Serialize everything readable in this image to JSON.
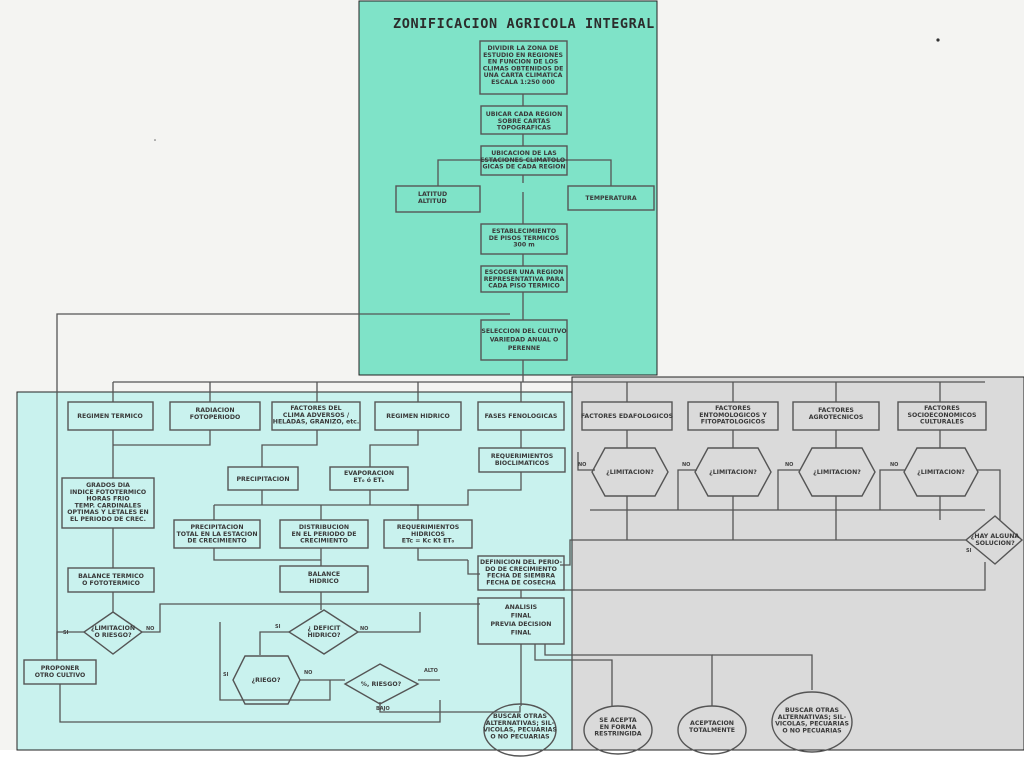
{
  "title": "ZONIFICACION AGRICOLA INTEGRAL",
  "colors": {
    "background": "#f4f4f2",
    "highlight_top": "#7fe3c8",
    "highlight_left": "#c9f2ee",
    "highlight_right": "#d9d9d9",
    "ink": "#555555"
  },
  "nodes": [
    {
      "id": "dividir",
      "lines": [
        "DIVIDIR LA ZONA DE",
        "ESTUDIO EN REGIONES",
        "EN FUNCION DE LOS",
        "CLIMAS OBTENIDOS DE",
        "UNA CARTA CLIMATICA",
        "ESCALA 1:250 000"
      ]
    },
    {
      "id": "ubicar",
      "lines": [
        "UBICAR CADA REGION",
        "SOBRE CARTAS",
        "TOPOGRAFICAS"
      ]
    },
    {
      "id": "estaciones",
      "lines": [
        "UBICACION DE LAS",
        "ESTACIONES CLIMATOLO-",
        "GICAS DE CADA REGION"
      ]
    },
    {
      "id": "latitud",
      "lines": [
        "LATITUD",
        "ALTITUD"
      ]
    },
    {
      "id": "temperatura",
      "lines": [
        "TEMPERATURA"
      ]
    },
    {
      "id": "pisos",
      "lines": [
        "ESTABLECIMIENTO",
        "DE PISOS TERMICOS",
        "300 m"
      ]
    },
    {
      "id": "escoger",
      "lines": [
        "ESCOGER UNA REGION",
        "REPRESENTATIVA PARA",
        "CADA PISO TERMICO"
      ]
    },
    {
      "id": "seleccion",
      "lines": [
        "SELECCION DEL CULTIVO",
        "VARIEDAD ANUAL O",
        "PERENNE"
      ]
    },
    {
      "id": "regimen_termico",
      "lines": [
        "REGIMEN TERMICO"
      ]
    },
    {
      "id": "radiacion",
      "lines": [
        "RADIACION",
        "FOTOPERIODO"
      ]
    },
    {
      "id": "factores_clima",
      "lines": [
        "FACTORES DEL",
        "CLIMA ADVERSOS /",
        "HELADAS, GRANIZO, etc."
      ]
    },
    {
      "id": "regimen_hidrico",
      "lines": [
        "REGIMEN HIDRICO"
      ]
    },
    {
      "id": "fases",
      "lines": [
        "FASES FENOLOGICAS"
      ]
    },
    {
      "id": "edafologicos",
      "lines": [
        "FACTORES EDAFOLOGICOS"
      ]
    },
    {
      "id": "entomologicos",
      "lines": [
        "FACTORES",
        "ENTOMOLOGICOS Y",
        "FITOPATOLOGICOS"
      ]
    },
    {
      "id": "agrotecnicos",
      "lines": [
        "FACTORES",
        "AGROTECNICOS"
      ]
    },
    {
      "id": "socioeconomicos",
      "lines": [
        "FACTORES",
        "SOCIOECONOMICOS",
        "CULTURALES"
      ]
    },
    {
      "id": "grados",
      "lines": [
        "GRADOS DIA",
        "INDICE FOTOTERMICO",
        "HORAS FRIO",
        "TEMP. CARDINALES",
        "OPTIMAS Y LETALES EN",
        "EL PERIODO DE CREC."
      ]
    },
    {
      "id": "precipitacion",
      "lines": [
        "PRECIPITACION"
      ]
    },
    {
      "id": "evaporacion",
      "lines": [
        "EVAPORACION",
        "ET₀ ó ETₖ"
      ]
    },
    {
      "id": "req_bio",
      "lines": [
        "REQUERIMIENTOS",
        "BIOCLIMATICOS"
      ]
    },
    {
      "id": "precip_total",
      "lines": [
        "PRECIPITACION",
        "TOTAL EN LA ESTACION",
        "DE CRECIMIENTO"
      ]
    },
    {
      "id": "distribucion",
      "lines": [
        "DISTRIBUCION",
        "EN EL PERIODO DE",
        "CRECIMIENTO"
      ]
    },
    {
      "id": "req_hidricos",
      "lines": [
        "REQUERIMIENTOS",
        "HIDRICOS",
        "ETc = Kc Kt ET₀"
      ]
    },
    {
      "id": "definicion",
      "lines": [
        "DEFINICION DEL PERIO-",
        "DO DE CRECIMIENTO",
        "FECHA DE SIEMBRA",
        "FECHA DE COSECHA"
      ]
    },
    {
      "id": "balance_termico",
      "lines": [
        "BALANCE TERMICO",
        "O FOTOTERMICO"
      ]
    },
    {
      "id": "balance_hidrico",
      "lines": [
        "BALANCE",
        "HIDRICO"
      ]
    },
    {
      "id": "analisis",
      "lines": [
        "ANALISIS",
        "FINAL",
        "PREVIA DECISION",
        "FINAL"
      ]
    },
    {
      "id": "proponer",
      "lines": [
        "PROPONER",
        "OTRO CULTIVO"
      ]
    },
    {
      "id": "limitacion_riesgo",
      "lines": [
        "¿LIMITACION",
        "O RIESGO?"
      ]
    },
    {
      "id": "deficit",
      "lines": [
        "¿ DEFICIT",
        "HIDRICO?"
      ]
    },
    {
      "id": "riego",
      "lines": [
        "¿RIEGO?"
      ]
    },
    {
      "id": "pct_riesgo",
      "lines": [
        "%, RIESGO?"
      ]
    },
    {
      "id": "lim1",
      "lines": [
        "¿LIMITACION?"
      ]
    },
    {
      "id": "lim2",
      "lines": [
        "¿LIMITACION?"
      ]
    },
    {
      "id": "lim3",
      "lines": [
        "¿LIMITACION?"
      ]
    },
    {
      "id": "lim4",
      "lines": [
        "¿LIMITACION?"
      ]
    },
    {
      "id": "solucion",
      "lines": [
        "¿HAY ALGUNA",
        "SOLUCION?"
      ]
    },
    {
      "id": "buscar1",
      "lines": [
        "BUSCAR OTRAS",
        "ALTERNATIVAS; SIL-",
        "VICOLAS, PECUARIAS",
        "O NO PECUARIAS"
      ]
    },
    {
      "id": "acepta_forma",
      "lines": [
        "SE ACEPTA",
        "EN FORMA",
        "RESTRINGIDA"
      ]
    },
    {
      "id": "aceptacion",
      "lines": [
        "ACEPTACION",
        "TOTALMENTE"
      ]
    },
    {
      "id": "buscar2",
      "lines": [
        "BUSCAR OTRAS",
        "ALTERNATIVAS; SIL-",
        "VICOLAS, PECUARIAS",
        "O NO PECUARIAS"
      ]
    }
  ],
  "edge_labels": [
    "SI",
    "NO",
    "SI",
    "NO",
    "SI",
    "NO",
    "ALTO",
    "BAJO",
    "NO",
    "NO",
    "NO",
    "NO",
    "SI"
  ]
}
